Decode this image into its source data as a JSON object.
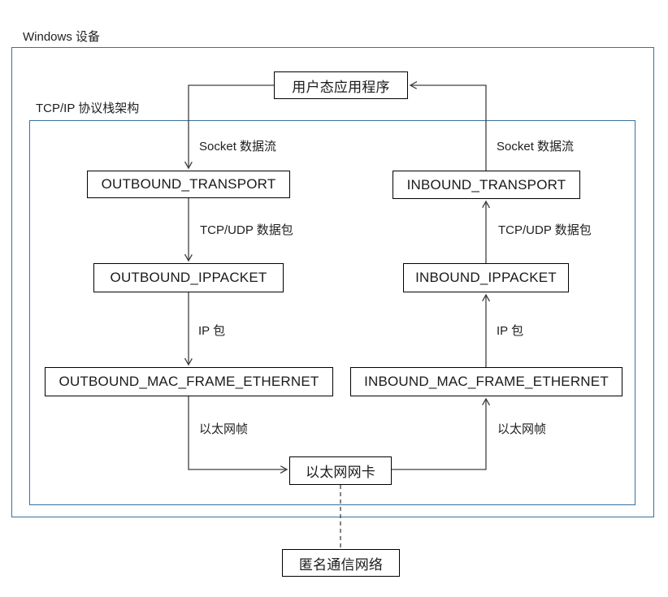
{
  "diagram": {
    "outer_container_label": "Windows 设备",
    "inner_container_label": "TCP/IP 协议栈架构",
    "nodes": {
      "user_app": "用户态应用程序",
      "outbound_transport": "OUTBOUND_TRANSPORT",
      "inbound_transport": "INBOUND_TRANSPORT",
      "outbound_ippacket": "OUTBOUND_IPPACKET",
      "inbound_ippacket": "INBOUND_IPPACKET",
      "outbound_mac_frame": "OUTBOUND_MAC_FRAME_ETHERNET",
      "inbound_mac_frame": "INBOUND_MAC_FRAME_ETHERNET",
      "ethernet_nic": "以太网网卡",
      "anonymous_network": "匿名通信网络"
    },
    "edge_labels": {
      "socket_outbound": "Socket 数据流",
      "socket_inbound": "Socket 数据流",
      "tcpudp_outbound": "TCP/UDP 数据包",
      "tcpudp_inbound": "TCP/UDP 数据包",
      "ip_outbound": "IP 包",
      "ip_inbound": "IP 包",
      "ethernet_outbound": "以太网帧",
      "ethernet_inbound": "以太网帧"
    },
    "colors": {
      "container_border": "#36719f",
      "node_border": "#000000",
      "connector": "#404040",
      "text": "#1f1f1f",
      "background": "#ffffff"
    }
  }
}
